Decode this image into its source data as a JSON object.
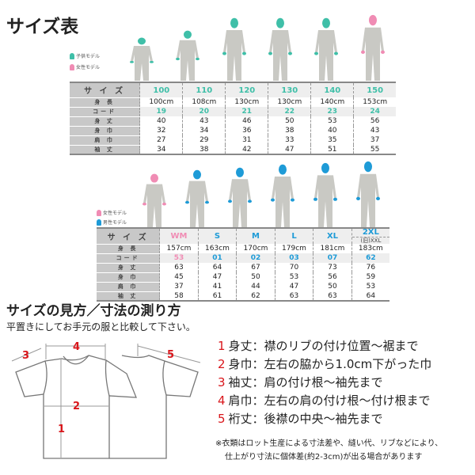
{
  "title": "サイズ表",
  "kids": {
    "legend": [
      "子供モデル",
      "女性モデル"
    ],
    "colors": {
      "child": "#3fbfa8",
      "female": "#f08cb4"
    },
    "headers": [
      "サ イ ズ",
      "身 長",
      "コード",
      "身 丈",
      "身 巾",
      "肩 巾",
      "袖 丈"
    ],
    "columns": [
      {
        "size": "100",
        "height": "100cm",
        "code": "19",
        "a": "40",
        "b": "32",
        "c": "27",
        "d": "34"
      },
      {
        "size": "110",
        "height": "108cm",
        "code": "20",
        "a": "43",
        "b": "34",
        "c": "29",
        "d": "38"
      },
      {
        "size": "120",
        "height": "130cm",
        "code": "21",
        "a": "46",
        "b": "36",
        "c": "31",
        "d": "42"
      },
      {
        "size": "130",
        "height": "130cm",
        "code": "22",
        "a": "50",
        "b": "38",
        "c": "33",
        "d": "47"
      },
      {
        "size": "140",
        "height": "140cm",
        "code": "23",
        "a": "53",
        "b": "40",
        "c": "35",
        "d": "51"
      },
      {
        "size": "150",
        "height": "153cm",
        "code": "24",
        "a": "56",
        "b": "43",
        "c": "37",
        "d": "55"
      }
    ]
  },
  "adult": {
    "legend": [
      "女性モデル",
      "男性モデル"
    ],
    "colors": {
      "female": "#f08cb4",
      "male": "#1e9bd7"
    },
    "headers": [
      "サ イ ズ",
      "身 長",
      "コード",
      "身 丈",
      "身 巾",
      "肩 巾",
      "袖 丈"
    ],
    "columns": [
      {
        "size": "WM",
        "height": "157cm",
        "code": "53",
        "a": "63",
        "b": "45",
        "c": "37",
        "d": "58"
      },
      {
        "size": "S",
        "height": "163cm",
        "code": "01",
        "a": "64",
        "b": "47",
        "c": "41",
        "d": "61"
      },
      {
        "size": "M",
        "height": "170cm",
        "code": "02",
        "a": "67",
        "b": "50",
        "c": "44",
        "d": "62"
      },
      {
        "size": "L",
        "height": "179cm",
        "code": "03",
        "a": "70",
        "b": "53",
        "c": "47",
        "d": "63"
      },
      {
        "size": "XL",
        "height": "181cm",
        "code": "07",
        "a": "73",
        "b": "56",
        "c": "50",
        "d": "63"
      },
      {
        "size": "2XL",
        "size_sub": "(旧)XXL",
        "height": "183cm",
        "code": "62",
        "a": "76",
        "b": "59",
        "c": "53",
        "d": "64"
      }
    ]
  },
  "howto": {
    "title": "サイズの見方／寸法の測り方",
    "subtitle": "平置きにしてお手元の服と比較して下さい。",
    "labels": [
      "1",
      "2",
      "3",
      "4",
      "5"
    ],
    "items": [
      {
        "num": "1",
        "text": "身丈：襟のリブの付け位置～裾まで"
      },
      {
        "num": "2",
        "text": "身巾：左右の脇から1.0cm下がった巾"
      },
      {
        "num": "3",
        "text": "袖丈：肩の付け根～袖先まで"
      },
      {
        "num": "4",
        "text": "肩巾：左右の肩の付け根～付け根まで"
      },
      {
        "num": "5",
        "text": "裄丈：後襟の中央～袖先まで"
      }
    ],
    "note": [
      "※衣類はロット生産による寸法差や、縫い代、リブなどにより、",
      "仕上がり寸法に個体差(約2-3cm)が出る場合があります"
    ]
  }
}
